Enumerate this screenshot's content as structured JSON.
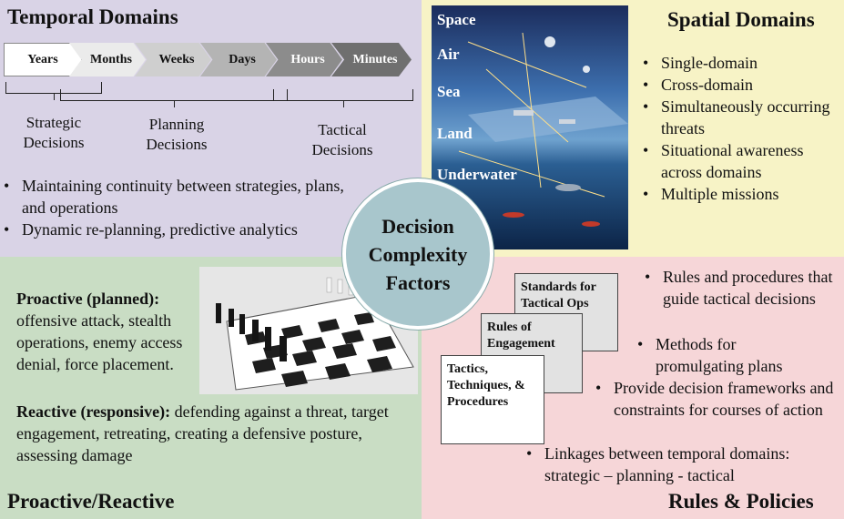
{
  "center": {
    "line1": "Decision",
    "line2": "Complexity",
    "line3": "Factors"
  },
  "temporal": {
    "title": "Temporal Domains",
    "scale": [
      "Years",
      "Months",
      "Weeks",
      "Days",
      "Hours",
      "Minutes"
    ],
    "decisions": {
      "strategic": [
        "Strategic",
        "Decisions"
      ],
      "planning": [
        "Planning",
        "Decisions"
      ],
      "tactical": [
        "Tactical",
        "Decisions"
      ]
    },
    "bullets": [
      "Maintaining continuity between strategies, plans, and operations",
      "Dynamic re-planning, predictive analytics"
    ]
  },
  "spatial": {
    "title": "Spatial Domains",
    "image_labels": [
      "Space",
      "Air",
      "Sea",
      "Land",
      "Underwater"
    ],
    "bullets": [
      "Single-domain",
      "Cross-domain",
      "Simultaneously occurring threats",
      "Situational awareness across domains",
      "Multiple missions"
    ]
  },
  "proactive": {
    "title": "Proactive/Reactive",
    "proactive_label": "Proactive (planned):",
    "proactive_text": "offensive attack, stealth operations, enemy access denial, force placement.",
    "reactive_label": "Reactive (responsive):",
    "reactive_text": "defending against a threat, target engagement, retreating, creating a defensive posture, assessing damage"
  },
  "rules": {
    "title": "Rules & Policies",
    "documents": [
      "Standards for Tactical Ops",
      "Rules of Engagement",
      "Tactics, Techniques, & Procedures"
    ],
    "bullets": [
      "Rules and procedures that guide tactical decisions",
      "Methods for promulgating plans",
      "Provide decision frameworks and constraints for courses of action",
      "Linkages between temporal domains: strategic – planning - tactical"
    ]
  },
  "colors": {
    "temporal_bg": "#d9d3e6",
    "spatial_bg": "#f7f3c6",
    "proactive_bg": "#c9ddc4",
    "rules_bg": "#f6d6d8",
    "center_bg": "#a8c6cc"
  }
}
